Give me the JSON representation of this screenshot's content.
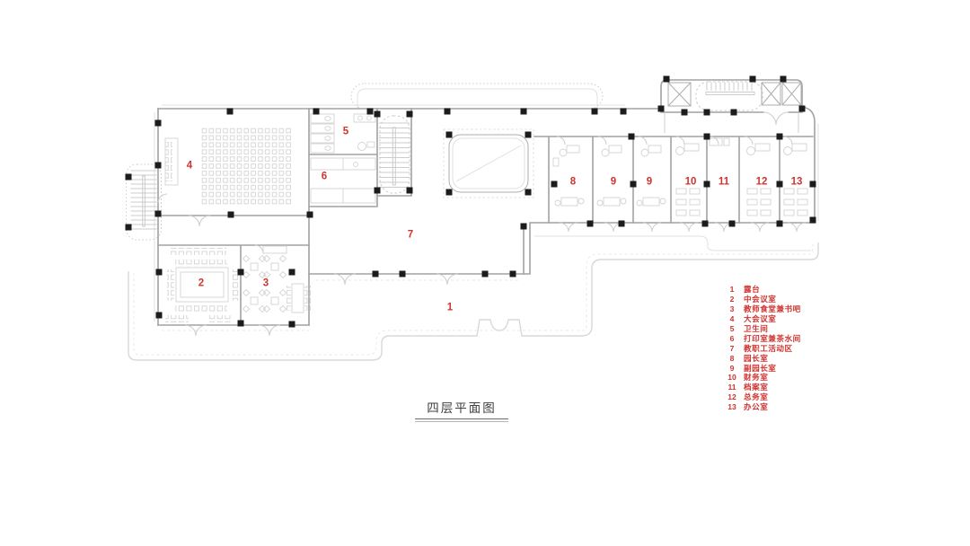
{
  "title": {
    "text": "四层平面图"
  },
  "colors": {
    "accent_red": "#cf3430",
    "wall_gray": "#a2a2a2",
    "light_gray": "#d8d8d8",
    "column_black": "#1c1c1c",
    "title_color": "#3f3f3f"
  },
  "markers": [
    "1",
    "2",
    "3",
    "4",
    "5",
    "6",
    "7",
    "8",
    "9",
    "9",
    "10",
    "11",
    "12",
    "13"
  ],
  "legend": {
    "items": [
      {
        "num": "1",
        "label": "露台"
      },
      {
        "num": "2",
        "label": "中会议室"
      },
      {
        "num": "3",
        "label": "教师食堂兼书吧"
      },
      {
        "num": "4",
        "label": "大会议室"
      },
      {
        "num": "5",
        "label": "卫生间"
      },
      {
        "num": "6",
        "label": "打印室兼茶水间"
      },
      {
        "num": "7",
        "label": "教职工活动区"
      },
      {
        "num": "8",
        "label": "园长室"
      },
      {
        "num": "9",
        "label": "副园长室"
      },
      {
        "num": "10",
        "label": "财务室"
      },
      {
        "num": "11",
        "label": "档案室"
      },
      {
        "num": "12",
        "label": "总务室"
      },
      {
        "num": "13",
        "label": "办公室"
      }
    ]
  }
}
